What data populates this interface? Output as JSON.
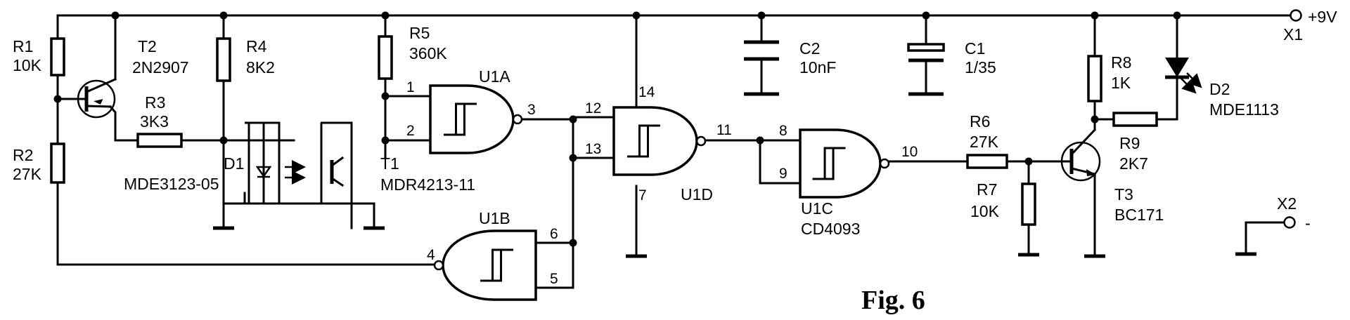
{
  "caption": "Fig. 6",
  "labels": {
    "r1_name": "R1",
    "r1_value": "10K",
    "r2_name": "R2",
    "r2_value": "27K",
    "r3_name": "R3",
    "r3_value": "3K3",
    "r4_name": "R4",
    "r4_value": "8K2",
    "r5_name": "R5",
    "r5_value": "360K",
    "r6_name": "R6",
    "r6_value": "27K",
    "r7_name": "R7",
    "r7_value": "10K",
    "r8_name": "R8",
    "r8_value": "1K",
    "r9_name": "R9",
    "r9_value": "2K7",
    "t1_name": "T1",
    "t1_value": "MDR4213-11",
    "t2_name": "T2",
    "t2_value": "2N2907",
    "t3_name": "T3",
    "t3_value": "BC171",
    "d1_name": "D1",
    "d1_value": "MDE3123-05",
    "d2_name": "D2",
    "d2_value": "MDE1113",
    "c1_name": "C1",
    "c1_value": "1/35",
    "c2_name": "C2",
    "c2_value": "10nF",
    "x1_name": "X1",
    "x1_value": "+9V",
    "x2_name": "X2",
    "x2_value": "-",
    "u1a_name": "U1A",
    "u1b_name": "U1B",
    "u1c_name": "U1C",
    "u1c_value": "CD4093",
    "u1d_name": "U1D"
  },
  "pins": {
    "u1a_in1": "1",
    "u1a_in2": "2",
    "u1a_out": "3",
    "u1b_in1": "6",
    "u1b_in2": "5",
    "u1b_out": "4",
    "u1d_in1": "12",
    "u1d_in2": "13",
    "u1d_out": "11",
    "u1d_vdd": "14",
    "u1d_vss": "7",
    "u1c_in1": "8",
    "u1c_in2": "9",
    "u1c_out": "10"
  }
}
